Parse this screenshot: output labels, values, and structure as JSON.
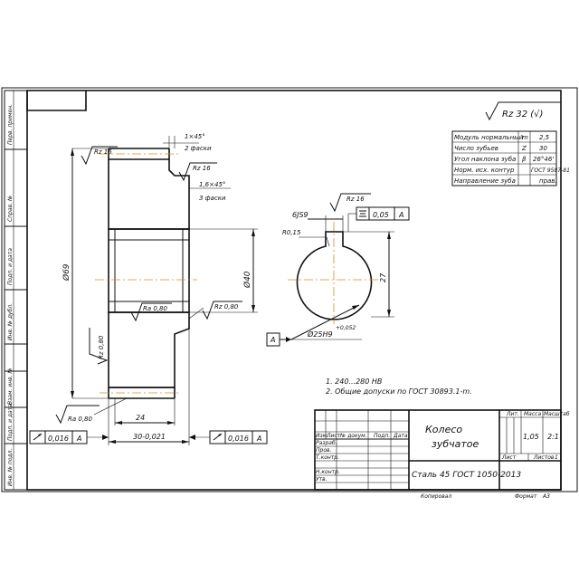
{
  "side_stamp": [
    "Перв. примен.",
    "Справ. №",
    "Подп. и дата",
    "Инв. № дубл.",
    "Взам. инв. №",
    "Подп. и дата",
    "Инв. № подл."
  ],
  "roughness_global": "Rz 32 (√)",
  "params_table": [
    {
      "label": "Модуль нормальный",
      "symbol": "m",
      "value": "2,5"
    },
    {
      "label": "Число зубьев",
      "symbol": "Z",
      "value": "30"
    },
    {
      "label": "Угол наклона зуба",
      "symbol": "β",
      "value": "26°46'"
    },
    {
      "label": "Норм. исх. контур",
      "symbol": "",
      "value": "ГОСТ 9587-81"
    },
    {
      "label": "Направление зуба",
      "symbol": "",
      "value": "прав."
    }
  ],
  "gear_view": {
    "chamfer_1": "1×45°",
    "chamfer_1_note": "2 фаски",
    "chamfer_2": "1,6×45°",
    "chamfer_2_note": "3 фаски",
    "rz_top_1": "Rz 16",
    "rz_top_2": "Rz 16",
    "diam_outer": "Ø69",
    "diam_bore": "Ø40",
    "ra_bore": "Ra 0,80",
    "rz_face": "Rz 0,80",
    "rz_left": "Rz 0,80",
    "ra_bottom": "Ra 0,80",
    "dim_24": "24",
    "dim_30": "30-0,021",
    "runout_left": "0,016",
    "runout_left_base": "A",
    "runout_right": "0,016",
    "runout_right_base": "A"
  },
  "bore_view": {
    "keyway_width": "6JS9",
    "rz_key": "Rz 16",
    "radius": "R0,15",
    "sym_tol": "0,05",
    "sym_base": "A",
    "depth": "27",
    "diameter": "Ø25H9",
    "diameter_tol": "+0,052",
    "base_letter": "A"
  },
  "notes": [
    "1. 240...280 HB",
    "2. Общие допуски по ГОСТ 30893.1-m."
  ],
  "title_block": {
    "name_line1": "Колесо",
    "name_line2": "зубчатое",
    "material": "Сталь 45 ГОСТ 1050-2013",
    "col_lit": "Лит.",
    "col_mass": "Масса",
    "col_scale": "Масштаб",
    "mass": "1,05",
    "scale": "2:1",
    "sheet": "Лист",
    "sheets": "Листов",
    "sheets_value": "1",
    "rows": [
      "Изм.",
      "Лист",
      "№ докум.",
      "Подп.",
      "Дата"
    ],
    "roles": [
      "Разраб.",
      "Пров.",
      "Т.контр.",
      "",
      "Н.контр.",
      "Утв."
    ],
    "copied": "Копировал",
    "format": "Формат",
    "format_value": "А3"
  }
}
